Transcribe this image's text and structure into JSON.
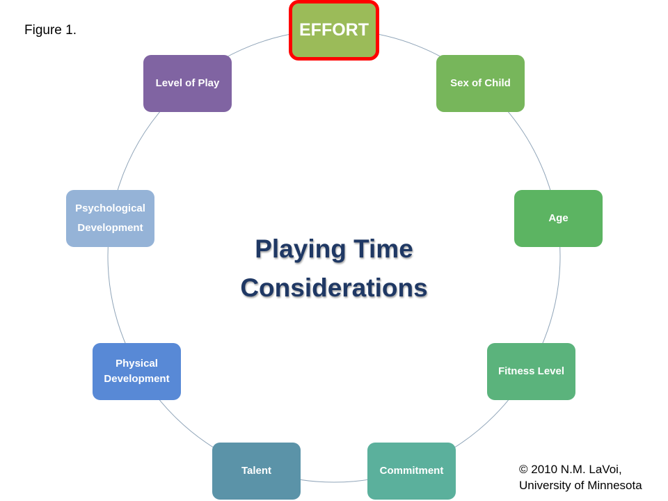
{
  "figure_label": "Figure 1.",
  "center_title": {
    "line1": "Playing Time",
    "line2": "Considerations"
  },
  "nodes": [
    {
      "label": "EFFORT",
      "color": "#9bbb59",
      "highlighted": true
    },
    {
      "label": "Sex of Child",
      "color": "#77b65b"
    },
    {
      "label": "Age",
      "color": "#5cb462"
    },
    {
      "label": "Fitness Level",
      "color": "#5bb37c"
    },
    {
      "label": "Commitment",
      "color": "#5bb09c"
    },
    {
      "label": "Talent",
      "color": "#5b93a8"
    },
    {
      "label": "Physical Development",
      "color": "#5889d6"
    },
    {
      "label": "Psychological Development",
      "color": "#95b3d7"
    },
    {
      "label": "Level of Play",
      "color": "#8064a2"
    }
  ],
  "highlight_color": "#ff0000",
  "copyright": {
    "line1": "© 2010 N.M. LaVoi,",
    "line2": "University of Minnesota"
  }
}
